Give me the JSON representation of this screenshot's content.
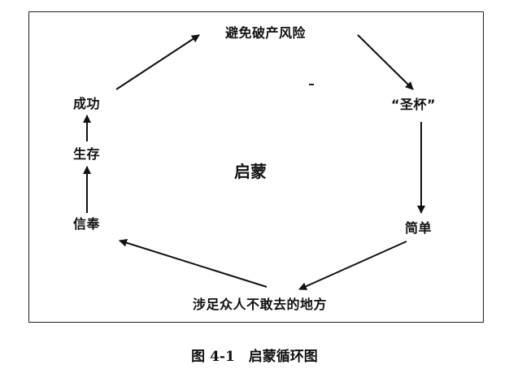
{
  "diagram": {
    "center_label": "启蒙",
    "nodes": {
      "avoid_risk": "避免破产风险",
      "holy_grail": "“圣杯”",
      "simple": "简单",
      "venture": "涉足众人不敢去的地方",
      "belief": "信奉",
      "survival": "生存",
      "success": "成功"
    }
  },
  "caption": "图 4-1　启蒙循环图",
  "colors": {
    "ink": "#111111",
    "frame": "#222222",
    "background": "#ffffff"
  }
}
